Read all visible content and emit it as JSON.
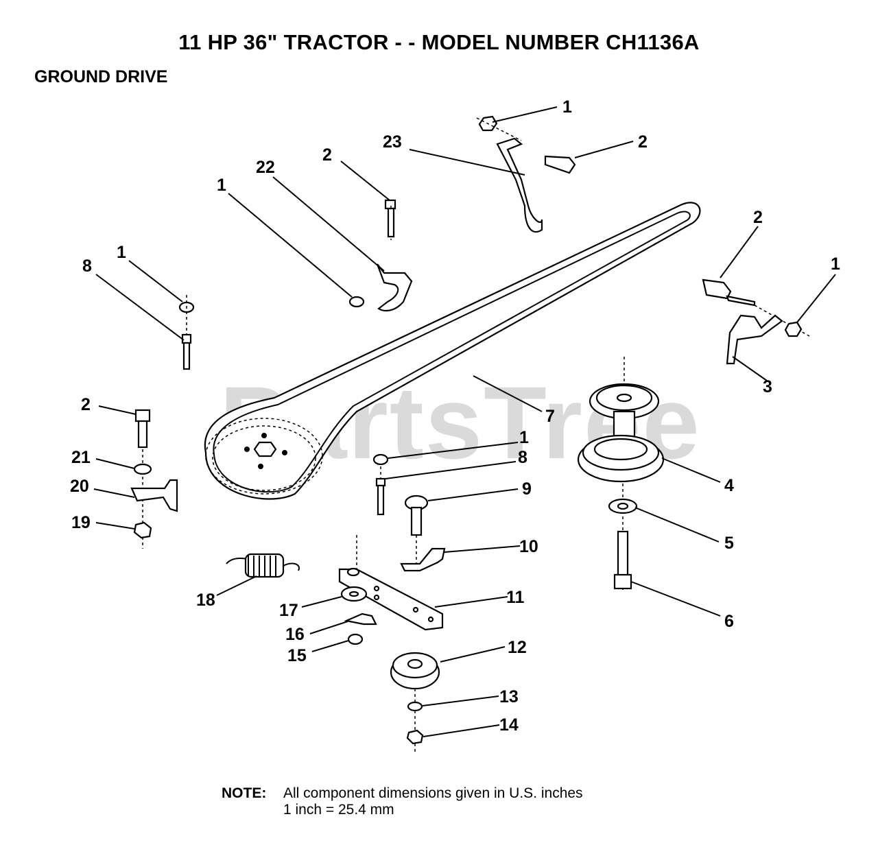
{
  "title": "11 HP 36\" TRACTOR  - - MODEL NUMBER CH1136A",
  "section": "GROUND DRIVE",
  "watermark": "PartsTree",
  "note": {
    "label": "NOTE:",
    "line1": "All component dimensions given in U.S. inches",
    "line2": "1 inch = 25.4 mm"
  },
  "callouts": {
    "c1a": "1",
    "c2a": "2",
    "c23": "23",
    "c2b": "2",
    "c22": "22",
    "c1b": "1",
    "c2c": "2",
    "c1c": "1",
    "c8a": "8",
    "c1d": "1",
    "c3": "3",
    "c7": "7",
    "c2d": "2",
    "c21": "21",
    "c20": "20",
    "c19": "19",
    "c1e": "1",
    "c8b": "8",
    "c9": "9",
    "c4": "4",
    "c5": "5",
    "c10": "10",
    "c18": "18",
    "c17": "17",
    "c11": "11",
    "c16": "16",
    "c15": "15",
    "c6": "6",
    "c12": "12",
    "c13": "13",
    "c14": "14"
  }
}
